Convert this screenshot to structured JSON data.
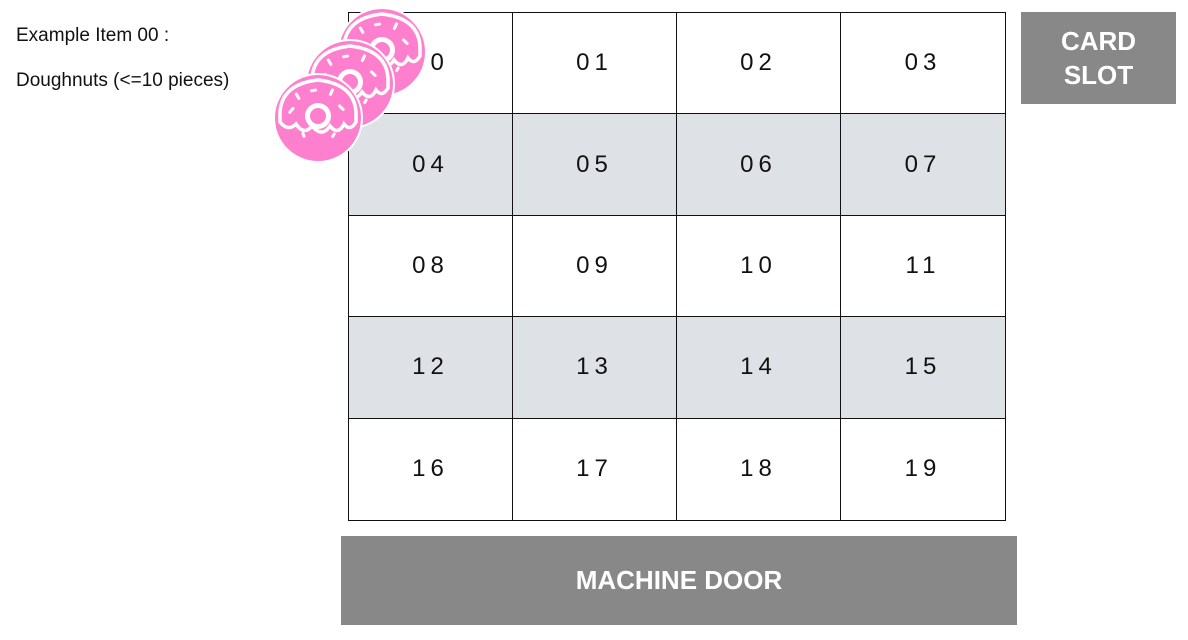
{
  "example": {
    "title": "Example Item 00 :",
    "description": "Doughnuts (<=10 pieces)"
  },
  "slots": [
    {
      "label": "00"
    },
    {
      "label": "01"
    },
    {
      "label": "02"
    },
    {
      "label": "03"
    },
    {
      "label": "04"
    },
    {
      "label": "05"
    },
    {
      "label": "06"
    },
    {
      "label": "07"
    },
    {
      "label": "08"
    },
    {
      "label": "09"
    },
    {
      "label": "10"
    },
    {
      "label": "11"
    },
    {
      "label": "12"
    },
    {
      "label": "13"
    },
    {
      "label": "14"
    },
    {
      "label": "15"
    },
    {
      "label": "16"
    },
    {
      "label": "17"
    },
    {
      "label": "18"
    },
    {
      "label": "19"
    }
  ],
  "card_slot": {
    "line1": "CARD",
    "line2": "SLOT"
  },
  "machine_door": {
    "label": "MACHINE DOOR"
  },
  "colors": {
    "shaded_row": "#dee1e6",
    "panel_gray": "#888888",
    "donut_pink": "#ff7fcf"
  },
  "icons": {
    "example_item": "doughnut-icon"
  }
}
